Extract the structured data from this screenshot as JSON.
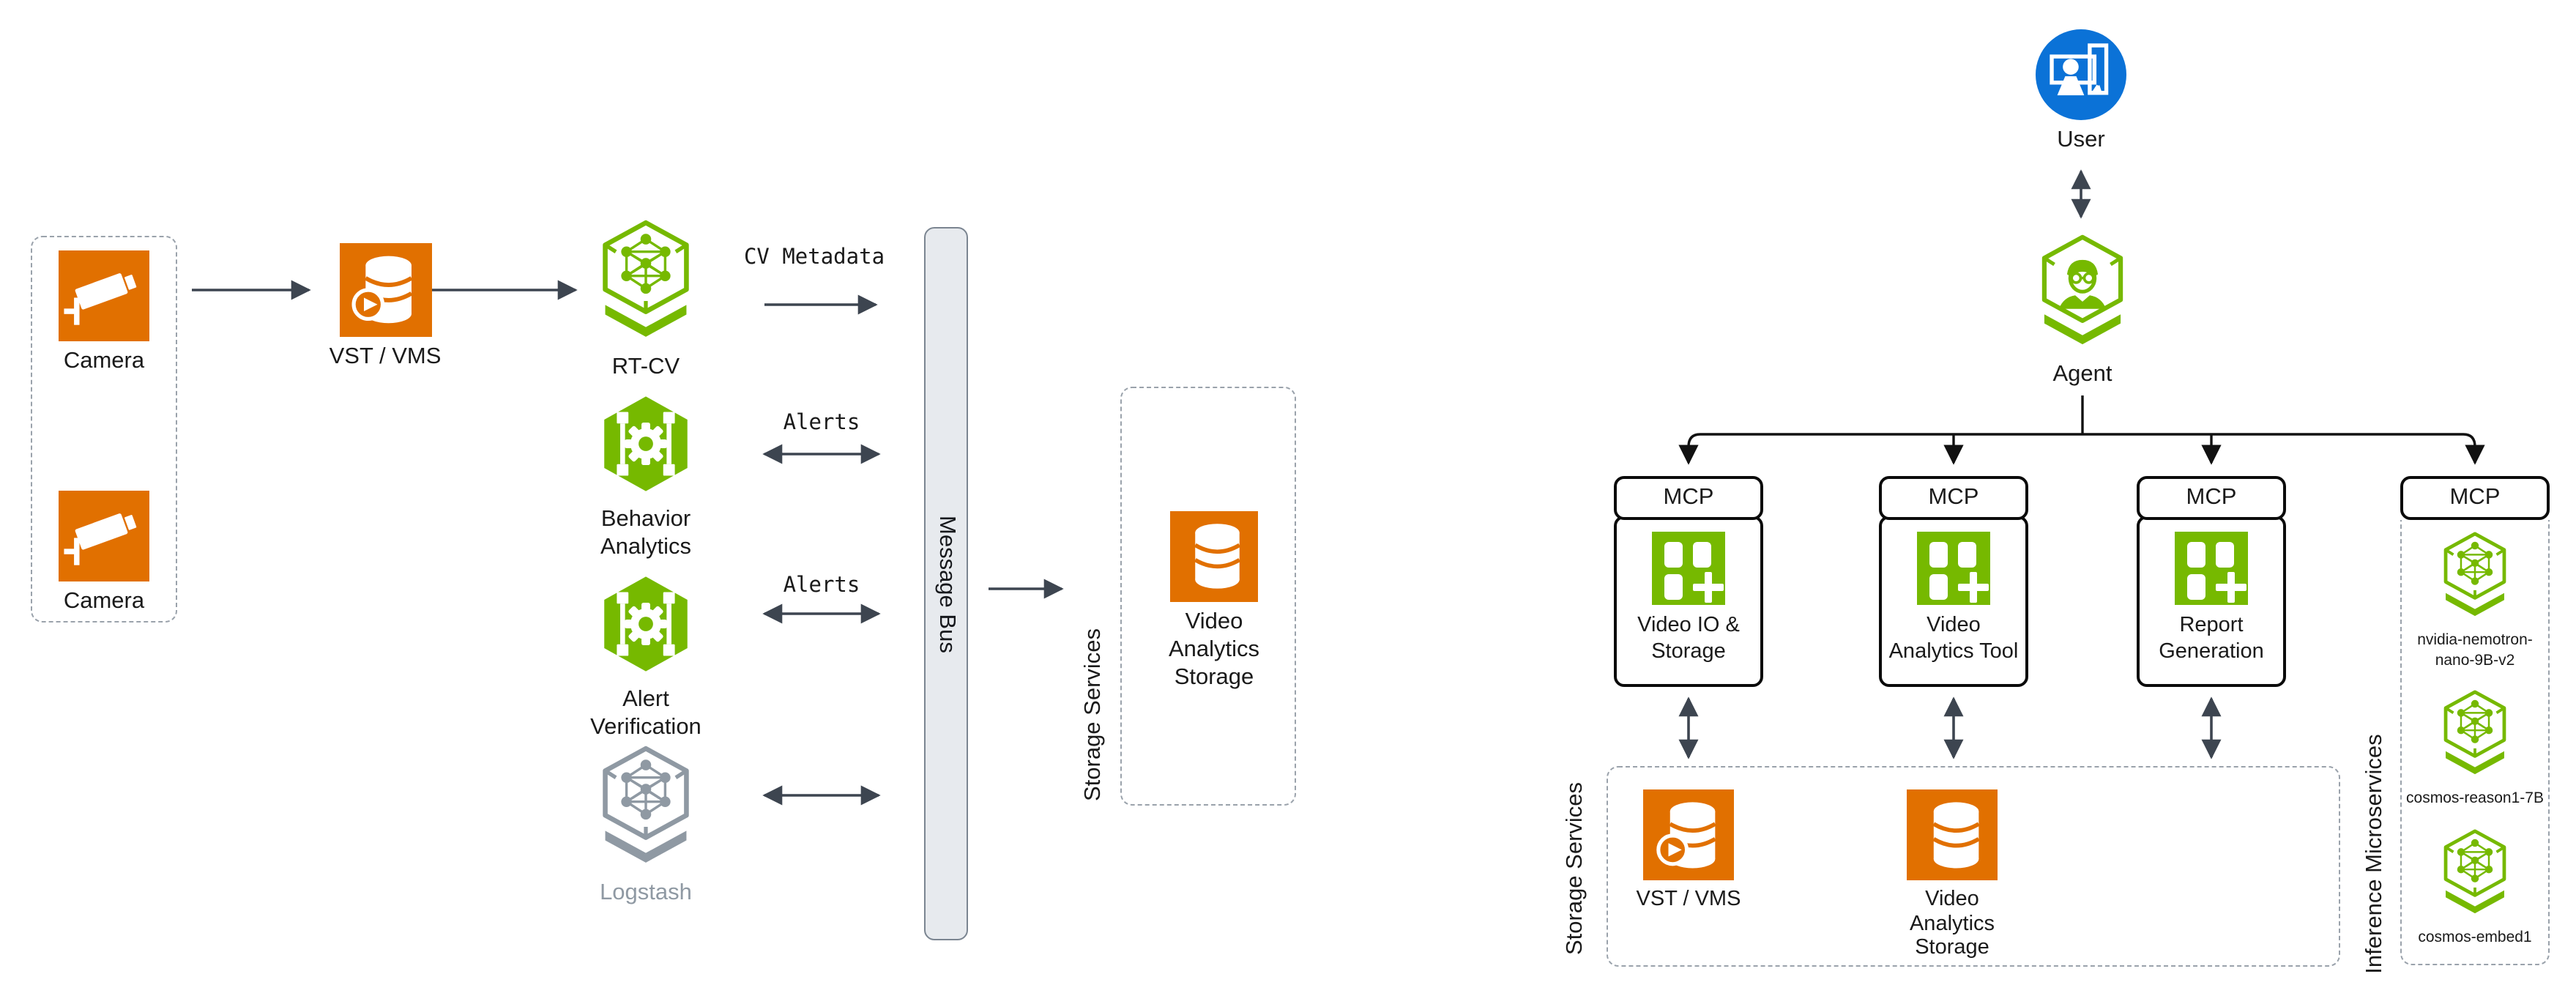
{
  "pipeline": {
    "cameras": [
      "Camera",
      "Camera"
    ],
    "vst_vms_label": "VST / VMS",
    "rtcv_label": "RT-CV",
    "behavior_label": "Behavior Analytics",
    "alert_verification_label": "Alert Verification",
    "logstash_label": "Logstash",
    "message_bus_label": "Message Bus",
    "edge_labels": {
      "cv_metadata": "CV Metadata",
      "alerts_top": "Alerts",
      "alerts_bottom": "Alerts"
    },
    "storage_group": {
      "label": "Storage Services",
      "video_analytics_storage_label": "Video Analytics Storage"
    }
  },
  "agent_side": {
    "user_label": "User",
    "agent_label": "Agent",
    "mcp": [
      {
        "header": "MCP",
        "tool": "Video IO & Storage"
      },
      {
        "header": "MCP",
        "tool": "Video Analytics Tool"
      },
      {
        "header": "MCP",
        "tool": "Report Generation"
      },
      {
        "header": "MCP"
      }
    ],
    "inference_group": {
      "label": "Inference Microservices",
      "models": [
        "nvidia-nemotron-nano-9B-v2",
        "cosmos-reason1-7B",
        "cosmos-embed1"
      ]
    },
    "storage_group": {
      "label": "Storage Services",
      "vst_vms_label": "VST / VMS",
      "video_analytics_storage_label": "Video Analytics Storage"
    }
  },
  "colors": {
    "nvidia_green": "#76b900",
    "orange": "#e17000",
    "user_blue": "#0b72d7",
    "inactive_gray": "#8f99a3",
    "arrow_dark": "#3d4550",
    "tree_black": "#111111",
    "bus_fill": "#e7eaee"
  }
}
